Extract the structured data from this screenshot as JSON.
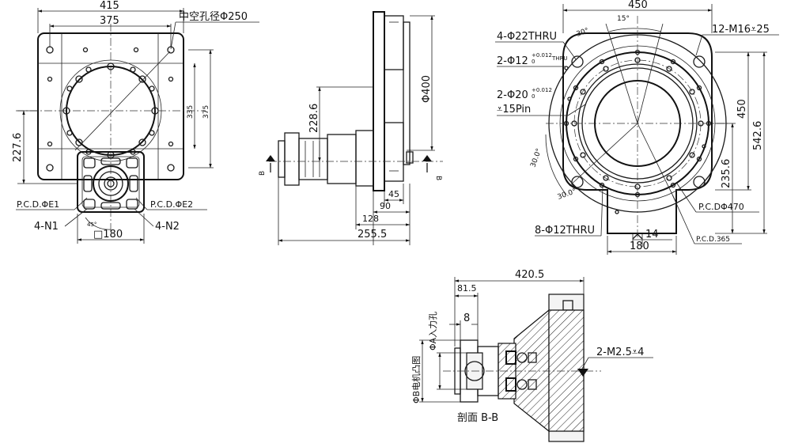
{
  "front_view": {
    "width_415": "415",
    "width_375": "375",
    "hollow_hole": "中空孔径Φ250",
    "height_335": "335",
    "height_375": "375",
    "height_227_6": "227.6",
    "pcd_e1": "P.C.D.ΦE1",
    "pcd_e2": "P.C.D.ΦE2",
    "n1": "4-N1",
    "n2": "4-N2",
    "angle_45": "45°",
    "square_180": "□180"
  },
  "side_view": {
    "phi_400": "Φ400",
    "height_228_6": "228.6",
    "d45": "45",
    "d90": "90",
    "d128": "128",
    "d255_5": "255.5",
    "section_b_left": "B",
    "section_b_right": "B"
  },
  "right_view": {
    "width_450": "450",
    "holes_22": "4-Φ22THRU",
    "holes_12": "2-Φ12",
    "tol_12": "+0.012",
    "tol_12_zero": "0",
    "thru": "THRU",
    "holes_20": "2-Φ20",
    "tol_20": "+0.012",
    "tol_20_zero": "0",
    "pin_15": "⩡15Pin",
    "m16": "12-M16⩡25",
    "angle_30_top": "30°",
    "angle_15": "15°",
    "angle_30_left": "30.0°",
    "angle_30_bottom": "30.0°",
    "height_450": "450",
    "height_542_6": "542.6",
    "height_235_6": "235.6",
    "pcd_470": "P.C.DΦ470",
    "holes_thru_12": "8-Φ12THRU",
    "d14": "14",
    "d180": "180",
    "pcd_365": "P.C.D.365"
  },
  "section_view": {
    "length_420_5": "420.5",
    "d81_5": "81.5",
    "d8": "8",
    "phi_a": "ΦA入力孔",
    "phi_b": "ΦB电机凸图",
    "m2_5": "2-M2.5⩡4",
    "section_title": "剖面 B-B"
  }
}
